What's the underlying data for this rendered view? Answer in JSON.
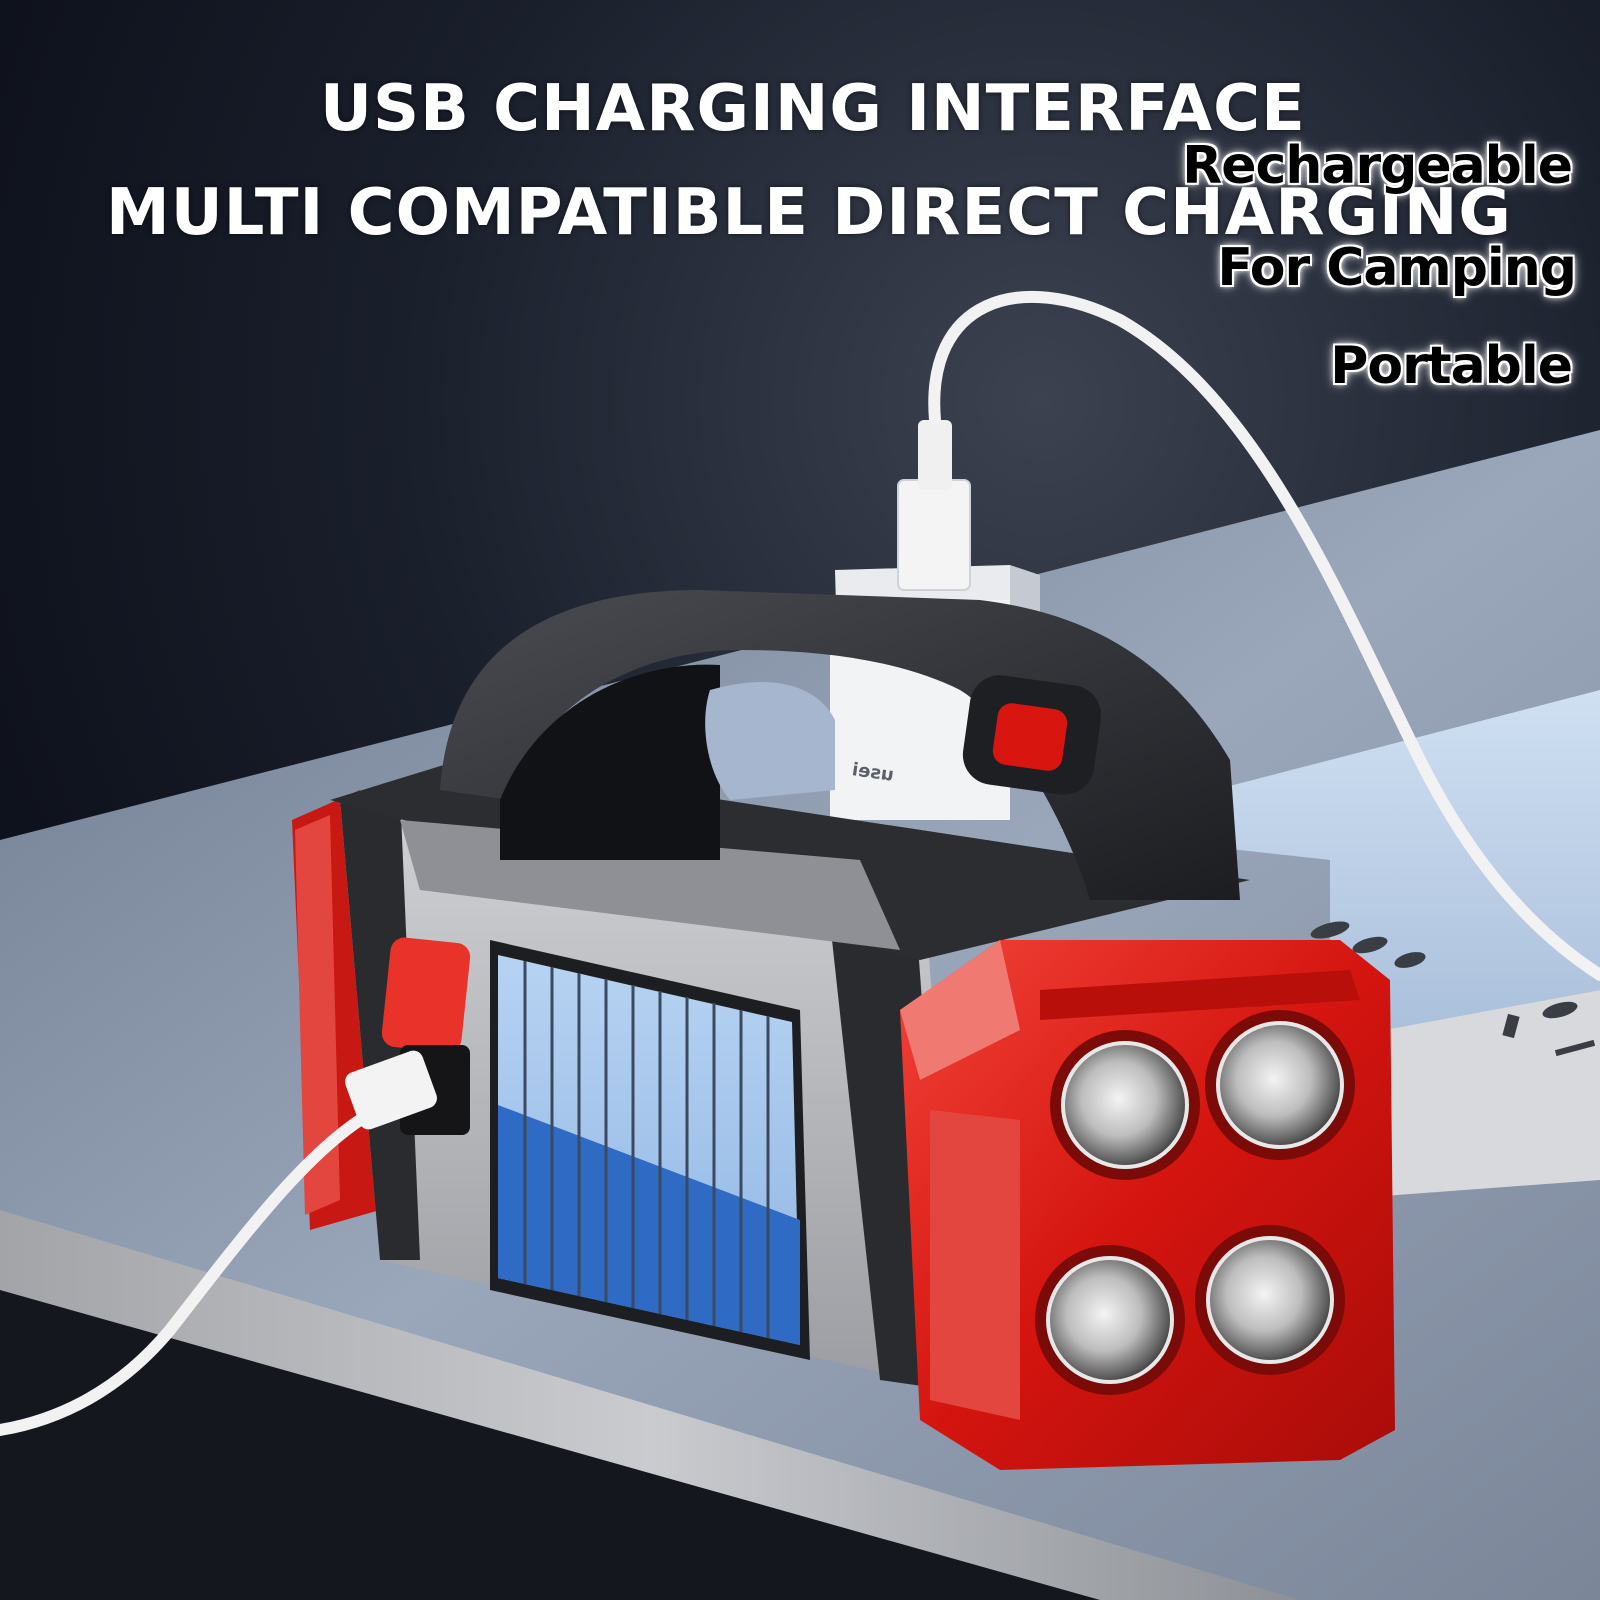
{
  "overlay": {
    "headline_line1": "USB CHARGING INTERFACE",
    "headline_line2": "MULTI COMPATIBLE DIRECT CHARGING",
    "tags": [
      "Rechargeable",
      "For Camping",
      "Portable"
    ]
  },
  "product": {
    "name": "solar flashlight",
    "usb_adapter_brand_mirrored": "usei",
    "led_count": 4,
    "colors": {
      "body_red": "#e01b16",
      "body_dark": "#2a2b2f",
      "body_grey": "#b8b9bc",
      "solar_light": "#a9c8ee",
      "solar_dark": "#2f6bc4",
      "background_dark": "#0d111c",
      "table_surface": "#8e9aae"
    }
  }
}
